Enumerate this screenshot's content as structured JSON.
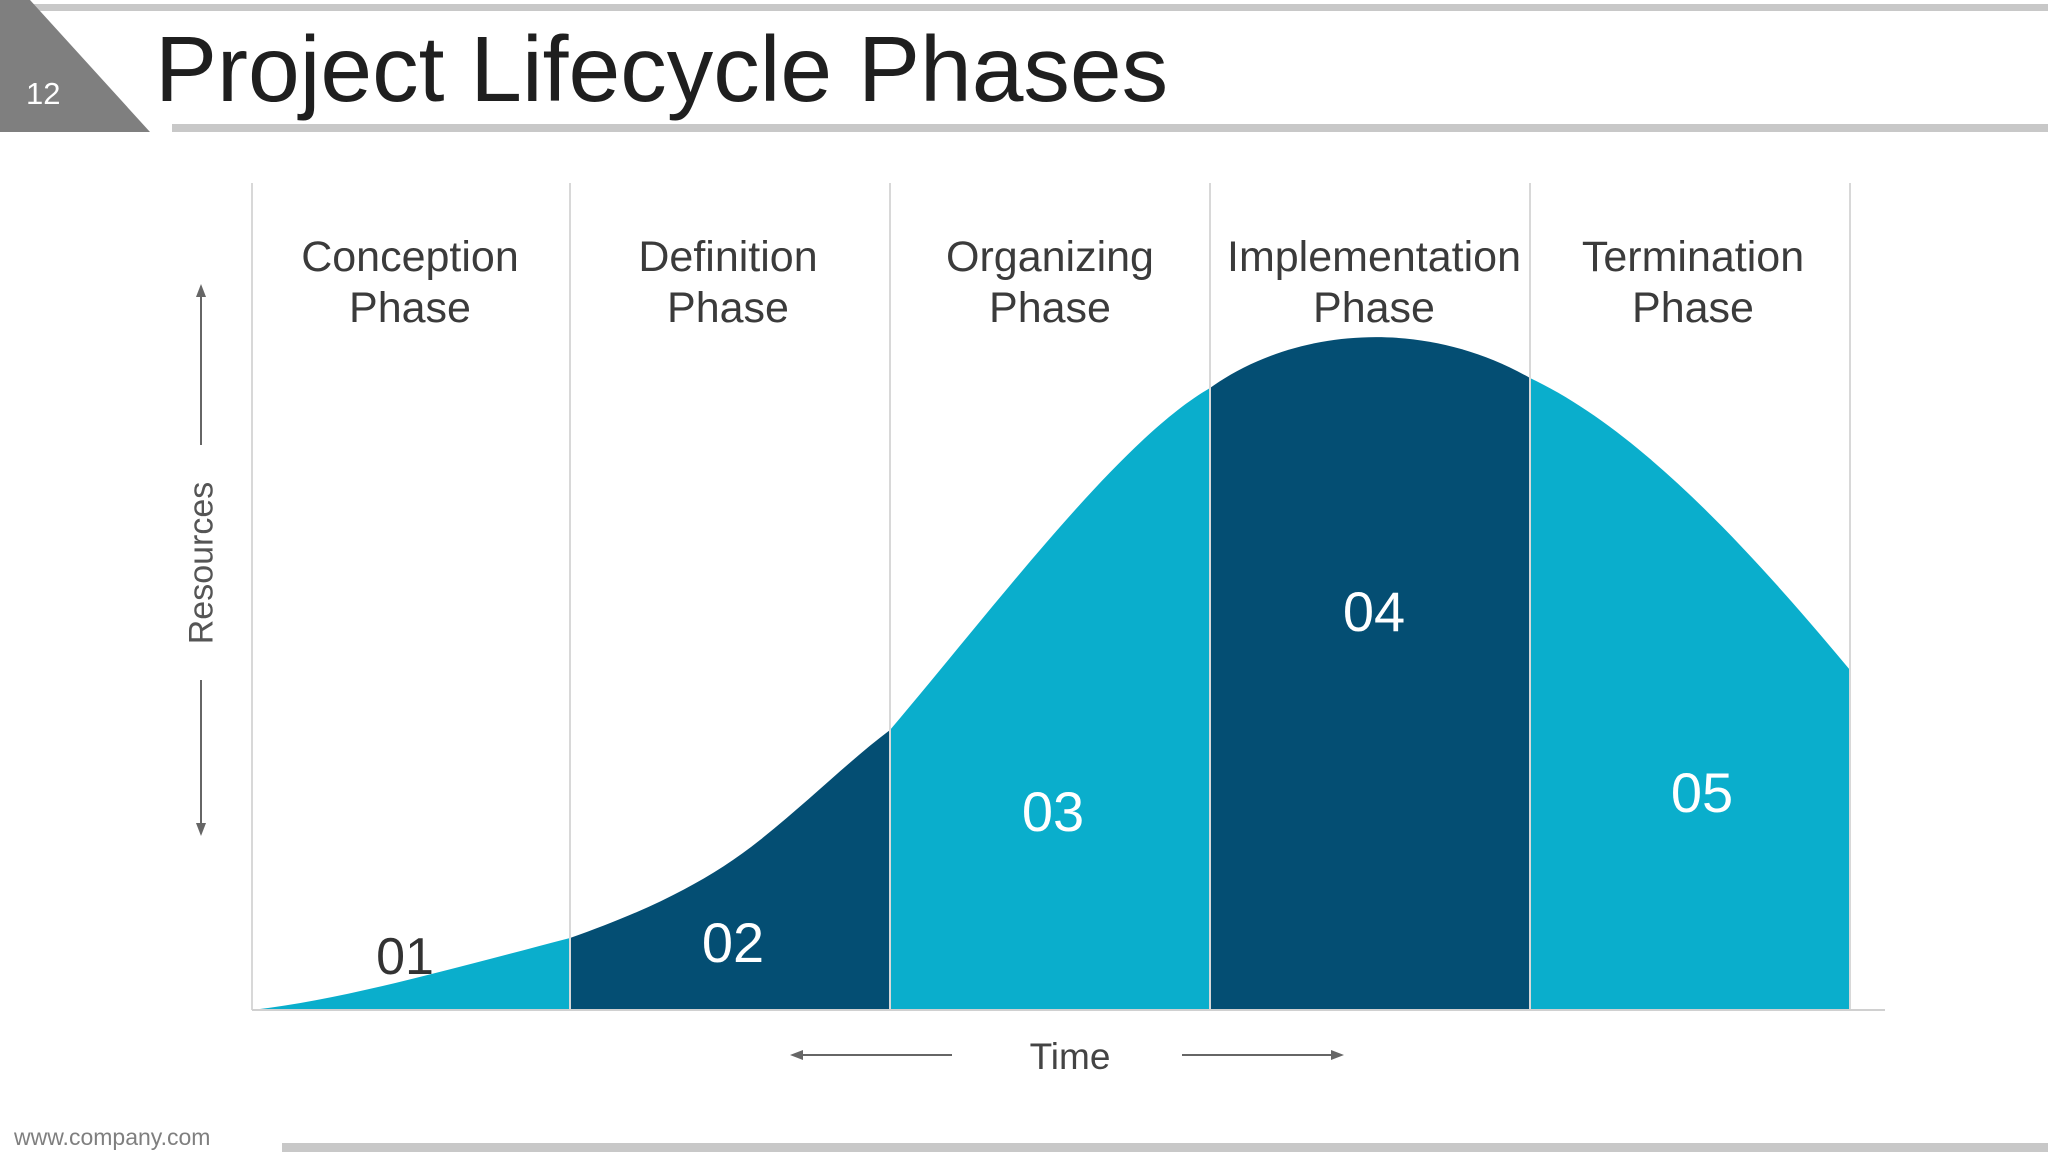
{
  "slide": {
    "number": "12",
    "title": "Project Lifecycle Phases",
    "footer": "www.company.com"
  },
  "axes": {
    "y_label": "Resources",
    "x_label": "Time"
  },
  "phases": [
    {
      "line1": "Conception",
      "line2": "Phase",
      "number": "01"
    },
    {
      "line1": "Definition",
      "line2": "Phase",
      "number": "02"
    },
    {
      "line1": "Organizing",
      "line2": "Phase",
      "number": "03"
    },
    {
      "line1": "Implementation",
      "line2": "Phase",
      "number": "04"
    },
    {
      "line1": "Termination",
      "line2": "Phase",
      "number": "05"
    }
  ],
  "colors": {
    "light": "#0aaecc",
    "dark": "#044e73",
    "number_light": "#ffffff",
    "number_first": "#333333",
    "slide_tab": "#7f7f7f"
  }
}
